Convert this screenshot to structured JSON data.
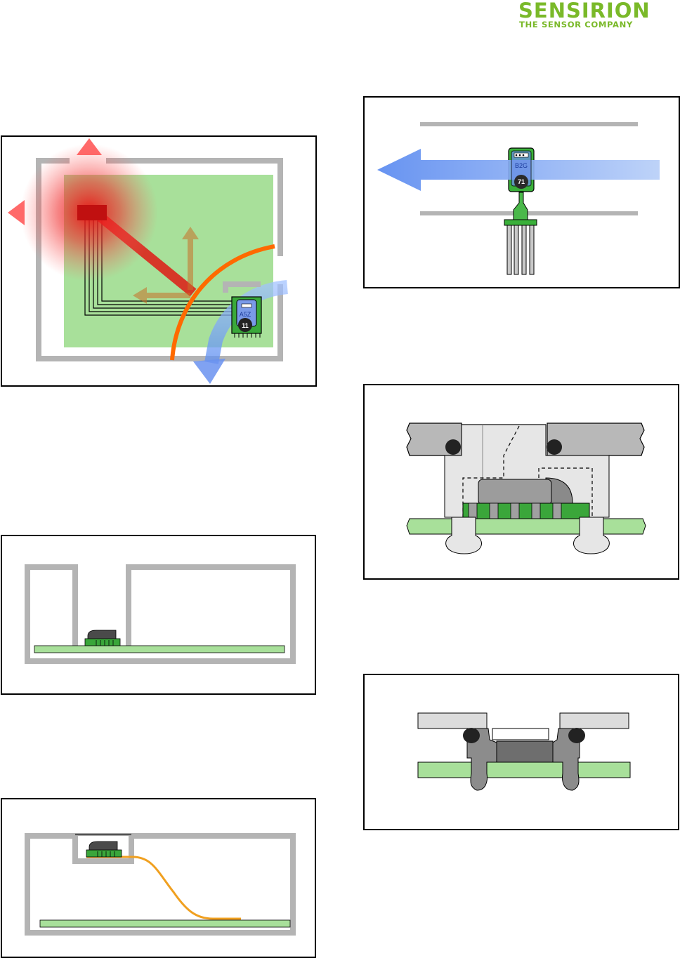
{
  "logo": {
    "brand": "SENSIRION",
    "tagline": "THE SENSOR COMPANY",
    "color": "#7ab929"
  },
  "figures": {
    "placement_on_board": {
      "chip_label_top": "A5Z",
      "chip_label_bottom": "11"
    },
    "flow_through_channel": {
      "chip_label_top": "B2G",
      "chip_label_bottom": "71"
    }
  },
  "colors": {
    "pcb_green": "#a8e09a",
    "housing_gray": "#b4b4b4",
    "heat_red": "#e01010",
    "air_blue": "#7aa0f0",
    "thermal_orange": "#ff6a00",
    "flex_orange": "#f0a020"
  }
}
